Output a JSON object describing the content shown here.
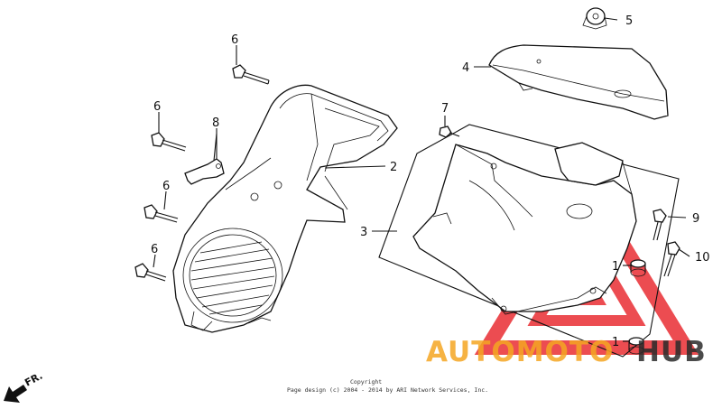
{
  "callouts": {
    "c1a": "1",
    "c1b": "1",
    "c2": "2",
    "c3": "3",
    "c4": "4",
    "c5": "5",
    "c6a": "6",
    "c6b": "6",
    "c6c": "6",
    "c6d": "6",
    "c7": "7",
    "c8": "8",
    "c9": "9",
    "c10": "10"
  },
  "direction_label": "FR.",
  "copyright": {
    "line1": "Copyright",
    "line2": "Page design (c) 2004 - 2014 by ARI Network Services, Inc."
  },
  "watermark": {
    "text_a": "AUTOMOTO",
    "text_b": "HUB",
    "color_a": "#f5a623",
    "color_b": "#2b2b2b",
    "triangle_color": "#e8262b"
  }
}
